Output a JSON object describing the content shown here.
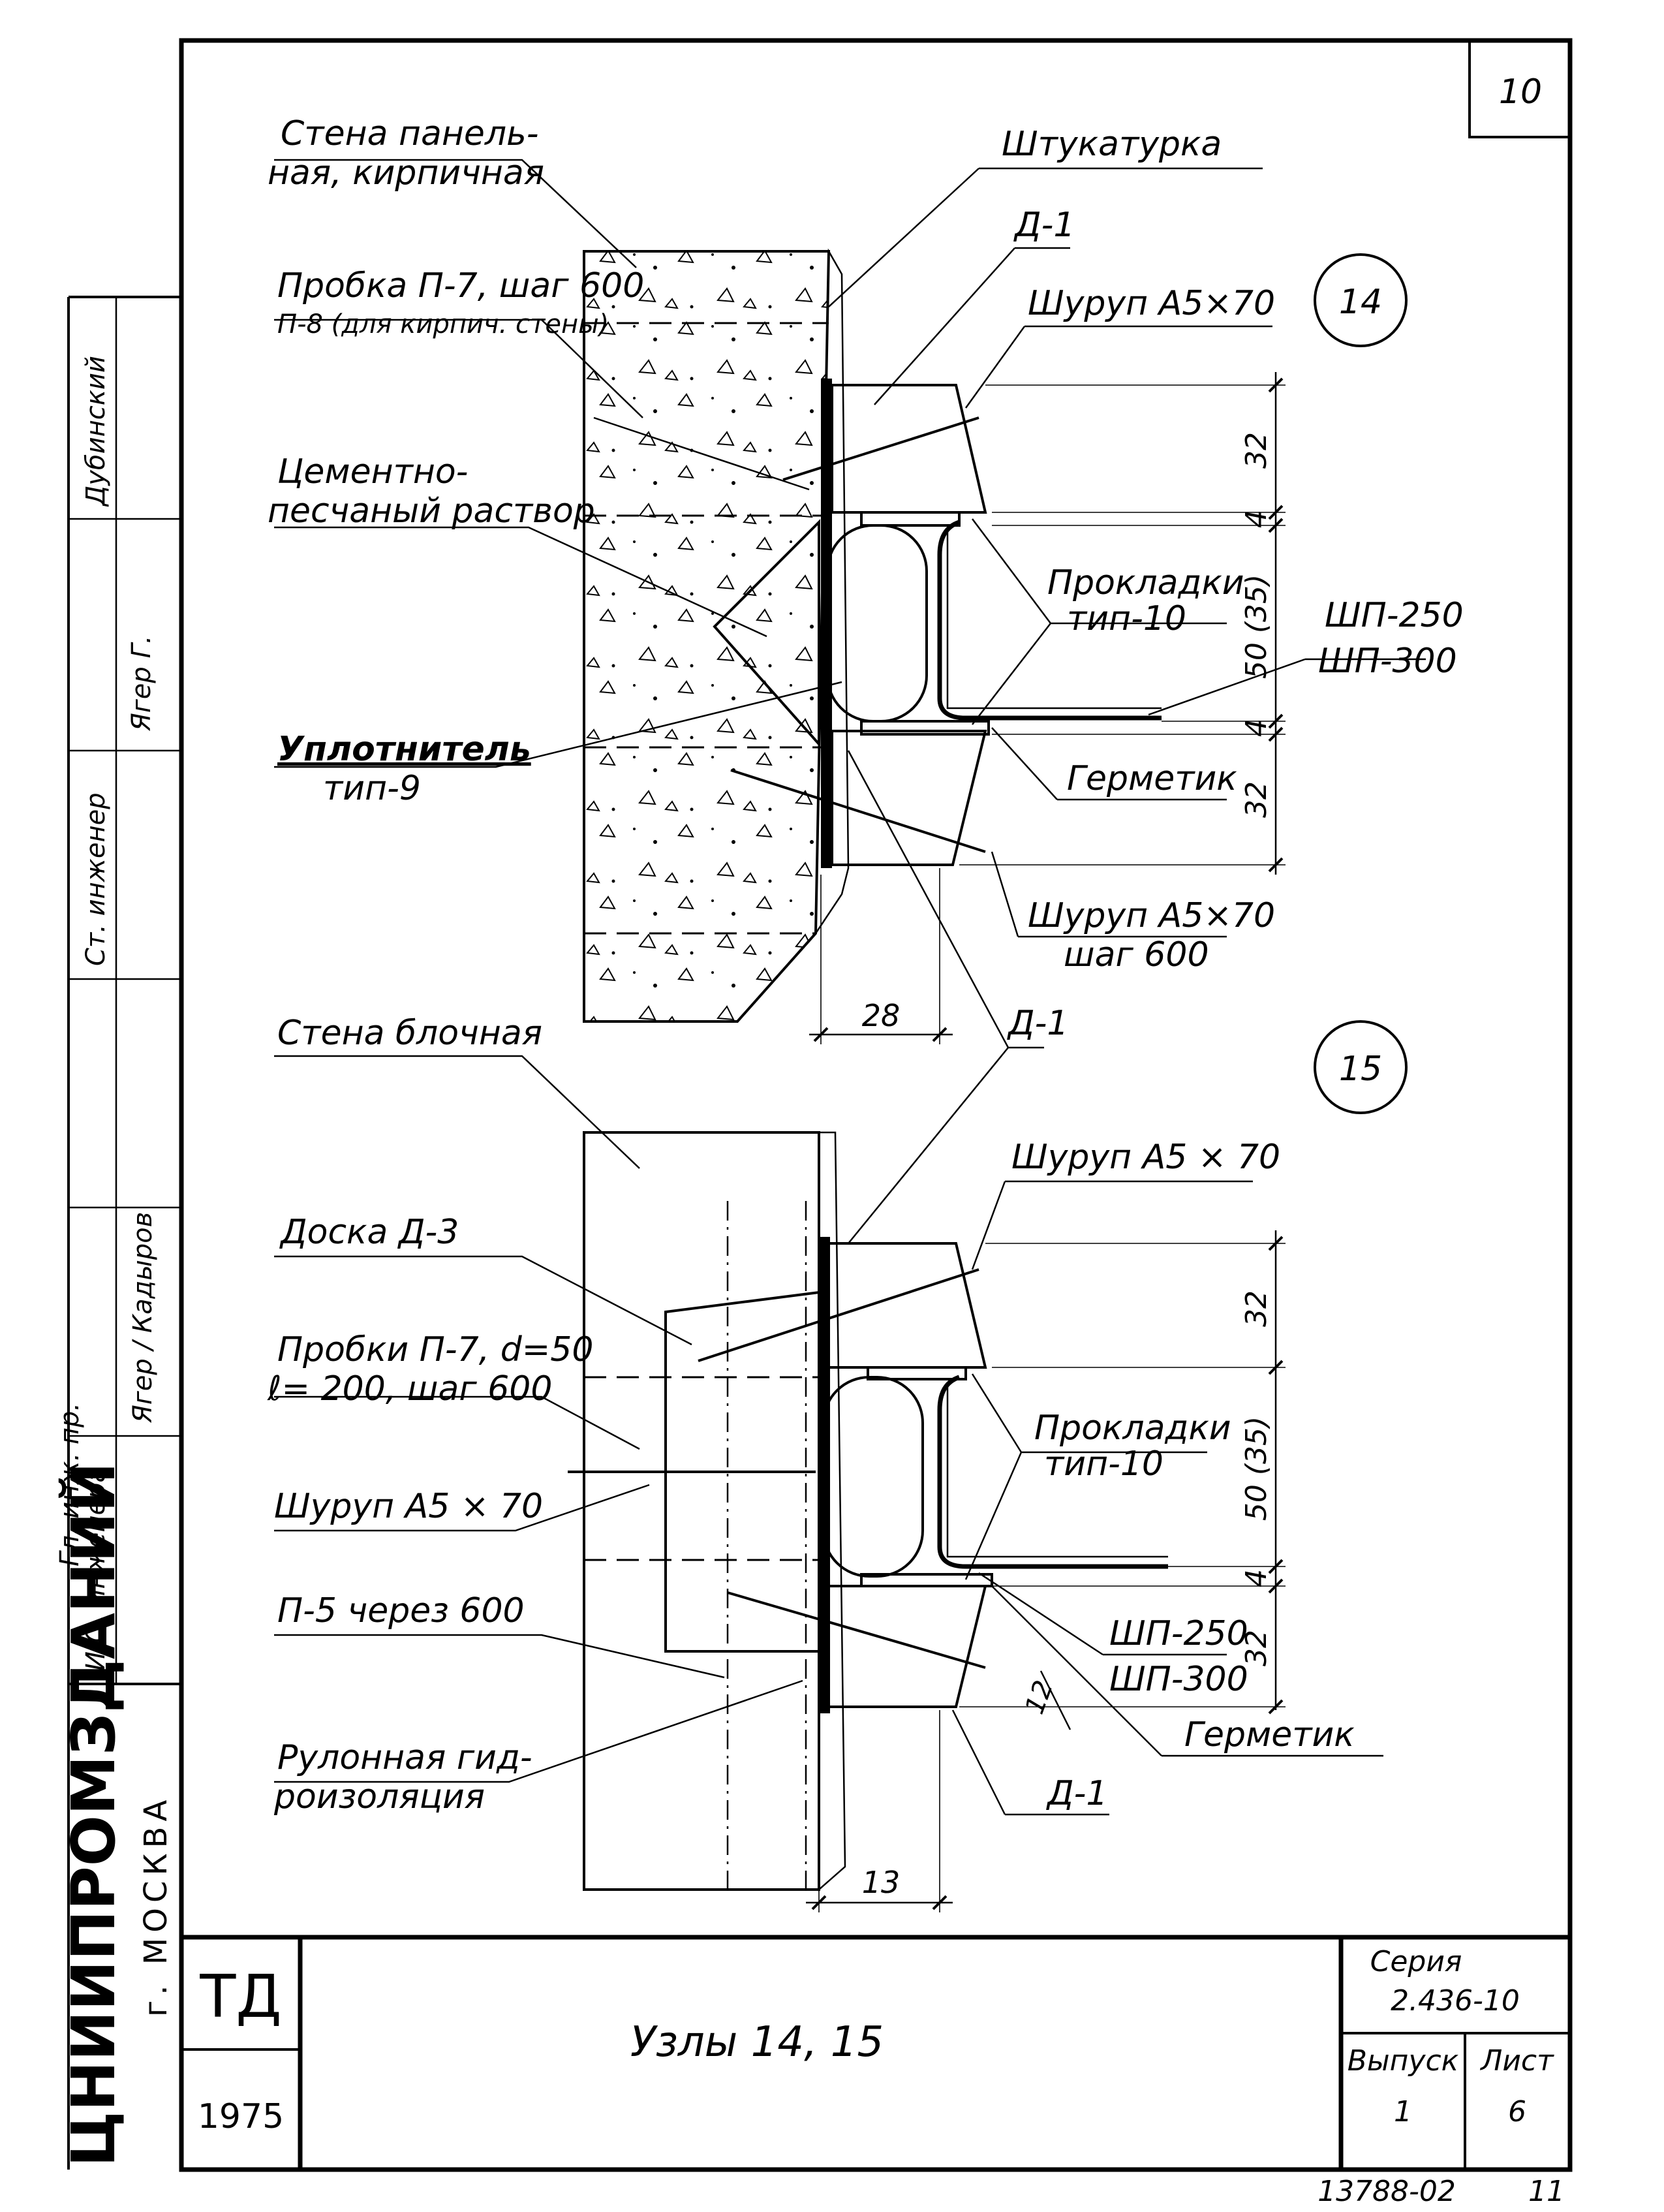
{
  "sheet": {
    "sheet_number": "10",
    "title": "Узлы 14, 15",
    "organization": "ЦНИИПРОМЗДАНИЙ",
    "city": "г. МОСКВА",
    "doc_type": "ТД",
    "year": "1975",
    "series_label": "Серия",
    "series_value": "2.436-10",
    "issue_label": "Выпуск",
    "issue_value": "1",
    "sheet_label": "Лист",
    "sheet_value": "6",
    "footer_code": "13788-02",
    "footer_page": "11"
  },
  "signatures": {
    "rows": [
      {
        "role": "Дубинский",
        "person": ""
      },
      {
        "role": "",
        "person": "Ягер Г."
      },
      {
        "role": "Ст. инженер",
        "person": ""
      },
      {
        "role": "",
        "person": ""
      },
      {
        "role": "",
        "person": "Ягер / Кадыров"
      },
      {
        "role": "И.О. инженера",
        "person": "Гл. инж. пр."
      }
    ]
  },
  "node14": {
    "marker": "14",
    "labels": {
      "wall_line1": "Стена панель-",
      "wall_line2": "ная, кирпичная",
      "plaster": "Штукатурка",
      "board_top": "Д-1",
      "screw_top": "Шуруп А5×70",
      "plug_line1": "Пробка П-7, шаг 600",
      "plug_line2": "П-8 (для кирпич. стены)",
      "mortar_line1": "Цементно-",
      "mortar_line2": "песчаный раствор",
      "gaskets_line1": "Прокладки",
      "gaskets_line2": "тип-10",
      "profile_line1": "ШП-250",
      "profile_line2": "ШП-300",
      "seal_line1": "Уплотнитель",
      "seal_line2": "тип-9",
      "sealant": "Герметик",
      "screw_bot_line1": "Шуруп А5×70",
      "screw_bot_line2": "шаг 600",
      "board_bot": "Д-1"
    },
    "dims": {
      "d1": "32",
      "d2": "4",
      "d3": "50 (35)",
      "d4": "4",
      "d5": "32",
      "offset": "28"
    }
  },
  "node15": {
    "marker": "15",
    "labels": {
      "wall": "Стена блочная",
      "screw_top": "Шуруп А5 × 70",
      "board_d3": "Доска Д-3",
      "plugs_line1": "Пробки П-7, d=50",
      "plugs_line2": "ℓ= 200, шаг 600",
      "screw_mid": "Шуруп А5 × 70",
      "gaskets_line1": "Прокладки",
      "gaskets_line2": "тип-10",
      "p5": "П-5 через 600",
      "profile_line1": "ШП-250",
      "profile_line2": "ШП-300",
      "roll_line1": "Рулонная гид-",
      "roll_line2": "роизоляция",
      "sealant": "Герметик",
      "board_bot": "Д-1"
    },
    "dims": {
      "d1": "32",
      "d2": "50 (35)",
      "d3": "4",
      "d4": "32",
      "d5": "12",
      "offset": "13"
    }
  }
}
